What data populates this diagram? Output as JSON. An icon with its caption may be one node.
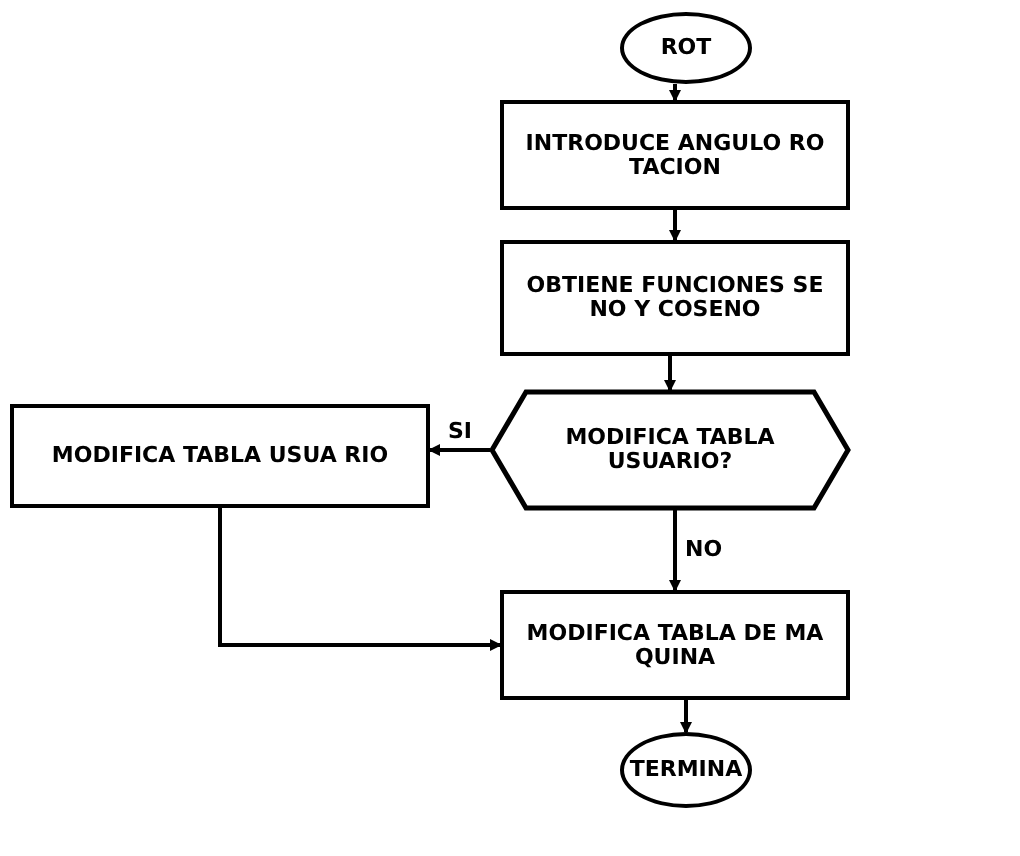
{
  "diagram": {
    "nodes": [
      {
        "text": [
          "ROT"
        ]
      },
      {
        "text": [
          "INTRODUCE ANGULO RO TACION"
        ]
      },
      {
        "text": [
          "OBTIENE FUNCIONES SE NO Y COSENO"
        ]
      },
      {
        "text": [
          "MODIFICA TABLA USUARIO?"
        ]
      },
      {
        "text": [
          "MODIFICA TABLA USUA RIO"
        ]
      },
      {
        "text": [
          "MODIFICA TABLA DE MA QUINA"
        ]
      },
      {
        "text": [
          "TERMINA"
        ]
      }
    ],
    "edges": [
      {
        "from": 0,
        "to": 1,
        "arrow": "to"
      },
      {
        "from": 1,
        "to": 2,
        "arrow": "to"
      },
      {
        "from": 2,
        "to": 3,
        "arrow": "to"
      },
      {
        "from": 3,
        "to": 4,
        "arrow": "to",
        "label": "SI"
      },
      {
        "from": 3,
        "to": 5,
        "arrow": "to",
        "label": "NO"
      },
      {
        "from": 4,
        "to": 5,
        "arrow": "to"
      },
      {
        "from": 5,
        "to": 6,
        "arrow": "to"
      }
    ]
  }
}
